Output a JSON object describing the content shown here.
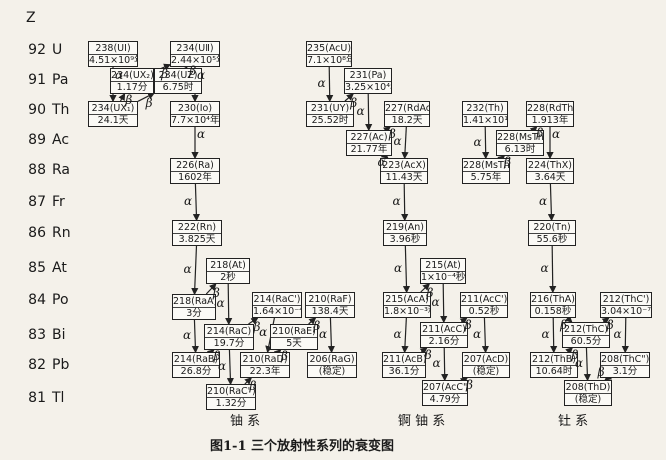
{
  "axis": {
    "title": "Z"
  },
  "elements": [
    {
      "z": "92",
      "sym": "U"
    },
    {
      "z": "91",
      "sym": "Pa"
    },
    {
      "z": "90",
      "sym": "Th"
    },
    {
      "z": "89",
      "sym": "Ac"
    },
    {
      "z": "88",
      "sym": "Ra"
    },
    {
      "z": "87",
      "sym": "Fr"
    },
    {
      "z": "86",
      "sym": "Rn"
    },
    {
      "z": "85",
      "sym": "At"
    },
    {
      "z": "84",
      "sym": "Po"
    },
    {
      "z": "83",
      "sym": "Bi"
    },
    {
      "z": "82",
      "sym": "Pb"
    },
    {
      "z": "81",
      "sym": "Tl"
    }
  ],
  "nuclides": [
    {
      "id": "U238",
      "name": "238(UⅠ)",
      "hl": "4.51×10⁹年"
    },
    {
      "id": "U234",
      "name": "234(UⅡ)",
      "hl": "2.44×10⁵年"
    },
    {
      "id": "Pa234m",
      "name": "234(UX₂)",
      "hl": "1.17分"
    },
    {
      "id": "Pa234",
      "name": "234(UZ)",
      "hl": "6.75时"
    },
    {
      "id": "Th234",
      "name": "234(UX₁)",
      "hl": "24.1天"
    },
    {
      "id": "Th230",
      "name": "230(Io)",
      "hl": "7.7×10⁴年"
    },
    {
      "id": "Ra226",
      "name": "226(Ra)",
      "hl": "1602年"
    },
    {
      "id": "Rn222",
      "name": "222(Rn)",
      "hl": "3.825天"
    },
    {
      "id": "At218",
      "name": "218(At)",
      "hl": "2秒"
    },
    {
      "id": "Po218",
      "name": "218(RaA)",
      "hl": "3分"
    },
    {
      "id": "Po214",
      "name": "214(RaC')",
      "hl": "1.64×10⁻⁴秒"
    },
    {
      "id": "Po210",
      "name": "210(RaF)",
      "hl": "138.4天"
    },
    {
      "id": "Bi214",
      "name": "214(RaC)",
      "hl": "19.7分"
    },
    {
      "id": "Bi210",
      "name": "210(RaE)",
      "hl": "5天"
    },
    {
      "id": "Pb214",
      "name": "214(RaB)",
      "hl": "26.8分"
    },
    {
      "id": "Pb210",
      "name": "210(RaD)",
      "hl": "22.3年"
    },
    {
      "id": "Pb206",
      "name": "206(RaG)",
      "hl": "(稳定)"
    },
    {
      "id": "Tl210",
      "name": "210(RaC\")",
      "hl": "1.32分"
    },
    {
      "id": "U235",
      "name": "235(AcU)",
      "hl": "7.1×10⁸年"
    },
    {
      "id": "Pa231",
      "name": "231(Pa)",
      "hl": "3.25×10⁴年"
    },
    {
      "id": "Th231",
      "name": "231(UY)",
      "hl": "25.52时"
    },
    {
      "id": "Th227",
      "name": "227(RdAc)",
      "hl": "18.2天"
    },
    {
      "id": "Ac227",
      "name": "227(Ac)",
      "hl": "21.77年"
    },
    {
      "id": "Ra223",
      "name": "223(AcX)",
      "hl": "11.43天"
    },
    {
      "id": "Rn219",
      "name": "219(An)",
      "hl": "3.96秒"
    },
    {
      "id": "At215",
      "name": "215(At)",
      "hl": "1×10⁻⁴秒"
    },
    {
      "id": "Po215",
      "name": "215(AcA)",
      "hl": "1.8×10⁻³秒"
    },
    {
      "id": "Po211",
      "name": "211(AcC')",
      "hl": "0.52秒"
    },
    {
      "id": "Bi211",
      "name": "211(AcC)",
      "hl": "2.16分"
    },
    {
      "id": "Pb211",
      "name": "211(AcB)",
      "hl": "36.1分"
    },
    {
      "id": "Pb207",
      "name": "207(AcD)",
      "hl": "(稳定)"
    },
    {
      "id": "Tl207",
      "name": "207(AcC\")",
      "hl": "4.79分"
    },
    {
      "id": "Th232",
      "name": "232(Th)",
      "hl": "1.41×10¹⁰年"
    },
    {
      "id": "Th228",
      "name": "228(RdTh)",
      "hl": "1.913年"
    },
    {
      "id": "Ac228",
      "name": "228(MsTh₂)",
      "hl": "6.13时"
    },
    {
      "id": "Ra228",
      "name": "228(MsTh₁)",
      "hl": "5.75年"
    },
    {
      "id": "Ra224",
      "name": "224(ThX)",
      "hl": "3.64天"
    },
    {
      "id": "Rn220",
      "name": "220(Tn)",
      "hl": "55.6秒"
    },
    {
      "id": "Po216",
      "name": "216(ThA)",
      "hl": "0.158秒"
    },
    {
      "id": "Po212",
      "name": "212(ThC')",
      "hl": "3.04×10⁻⁷秒"
    },
    {
      "id": "Bi212",
      "name": "212(ThC)",
      "hl": "60.5分"
    },
    {
      "id": "Pb212",
      "name": "212(ThB)",
      "hl": "10.64时"
    },
    {
      "id": "Pb208",
      "name": "208(ThD)",
      "hl": "(稳定)"
    },
    {
      "id": "Tl208",
      "name": "208(ThC\")",
      "hl": "3.1分"
    }
  ],
  "decay_labels": {
    "alpha": "α",
    "beta": "β"
  },
  "series_labels": {
    "uranium": "铀    系",
    "actinium": "锕 铀 系",
    "thorium": "钍    系"
  },
  "caption": "图1-1  三个放射性系列的衰变图"
}
